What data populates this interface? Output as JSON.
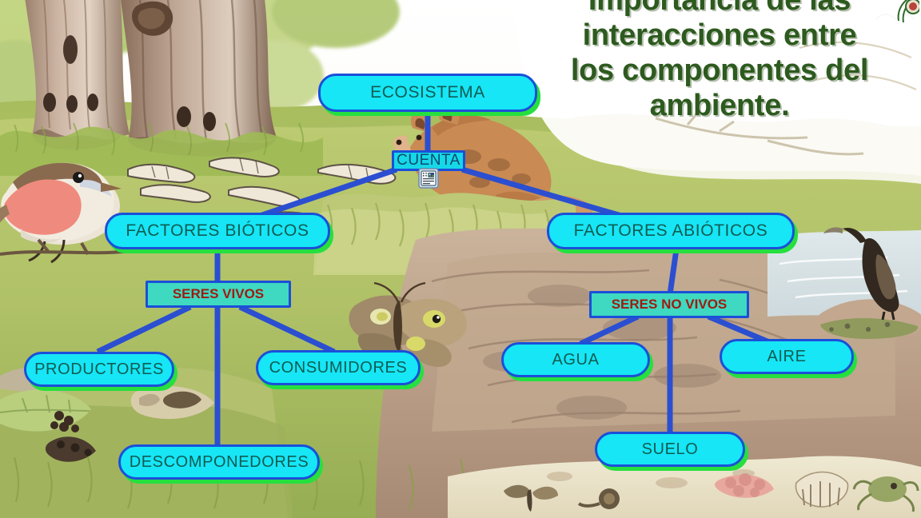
{
  "title": {
    "lines": [
      "Importancia de las",
      "interacciones entre",
      "los componentes del",
      "ambiente."
    ]
  },
  "diagram": {
    "root": {
      "label": "ECOSISTEMA"
    },
    "connector": {
      "label": "CUENTA",
      "icon": "document-image-icon"
    },
    "branches": [
      {
        "label": "FACTORES BIÓTICOS"
      },
      {
        "label": "FACTORES ABIÓTICOS"
      }
    ],
    "chips": [
      {
        "label": "SERES VIVOS"
      },
      {
        "label": "SERES  NO VIVOS"
      }
    ],
    "leaves": [
      {
        "label": "PRODUCTORES"
      },
      {
        "label": "CONSUMIDORES"
      },
      {
        "label": "DESCOMPONEDORES"
      },
      {
        "label": "AGUA"
      },
      {
        "label": "AIRE"
      },
      {
        "label": "SUELO"
      }
    ]
  },
  "colors": {
    "node_fill": "#16e6f6",
    "node_border": "#1b4fd8",
    "node_shadow": "#25e03f",
    "node_text": "#0f5c52",
    "chip_fill": "#3fd8c0",
    "chip_text": "#9e1b10",
    "link_line": "#2b4fd0",
    "title_text": "#2d5a1e"
  },
  "background": {
    "description": "watercolor ecosystem illustration: tree trunks, robin bird, worms, fox in grass, butterfly, rocky shore, cormorant on rock, sea"
  }
}
